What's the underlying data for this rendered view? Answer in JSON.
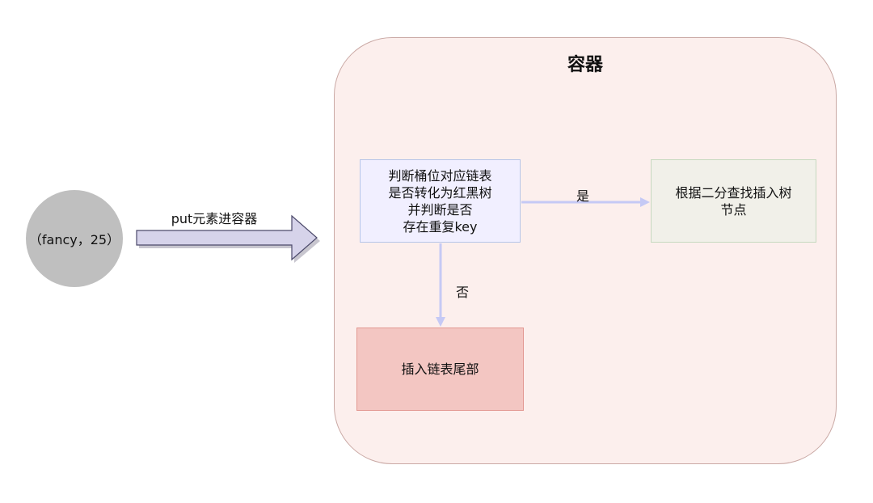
{
  "container": {
    "title": "容器",
    "fill_color": "#fcefed",
    "border_color": "#caa9a5"
  },
  "input_node": {
    "text": "（fancy，25）",
    "fill_color": "#bfbfbf"
  },
  "put_arrow": {
    "label": "put元素进容器",
    "fill_color": "#d6d3ea",
    "stroke_color": "#4c4a6b"
  },
  "nodes": {
    "check": {
      "lines": [
        "判断桶位对应链表",
        "是否转化为红黑树",
        "并判断是否",
        "存在重复key"
      ]
    },
    "tree_insert": {
      "lines": [
        "根据二分查找插入树",
        "节点"
      ]
    },
    "tail_insert": {
      "lines": [
        "插入链表尾部"
      ]
    }
  },
  "edges": {
    "yes_label": "是",
    "no_label": "否",
    "line_color": "#c5c9f5"
  }
}
